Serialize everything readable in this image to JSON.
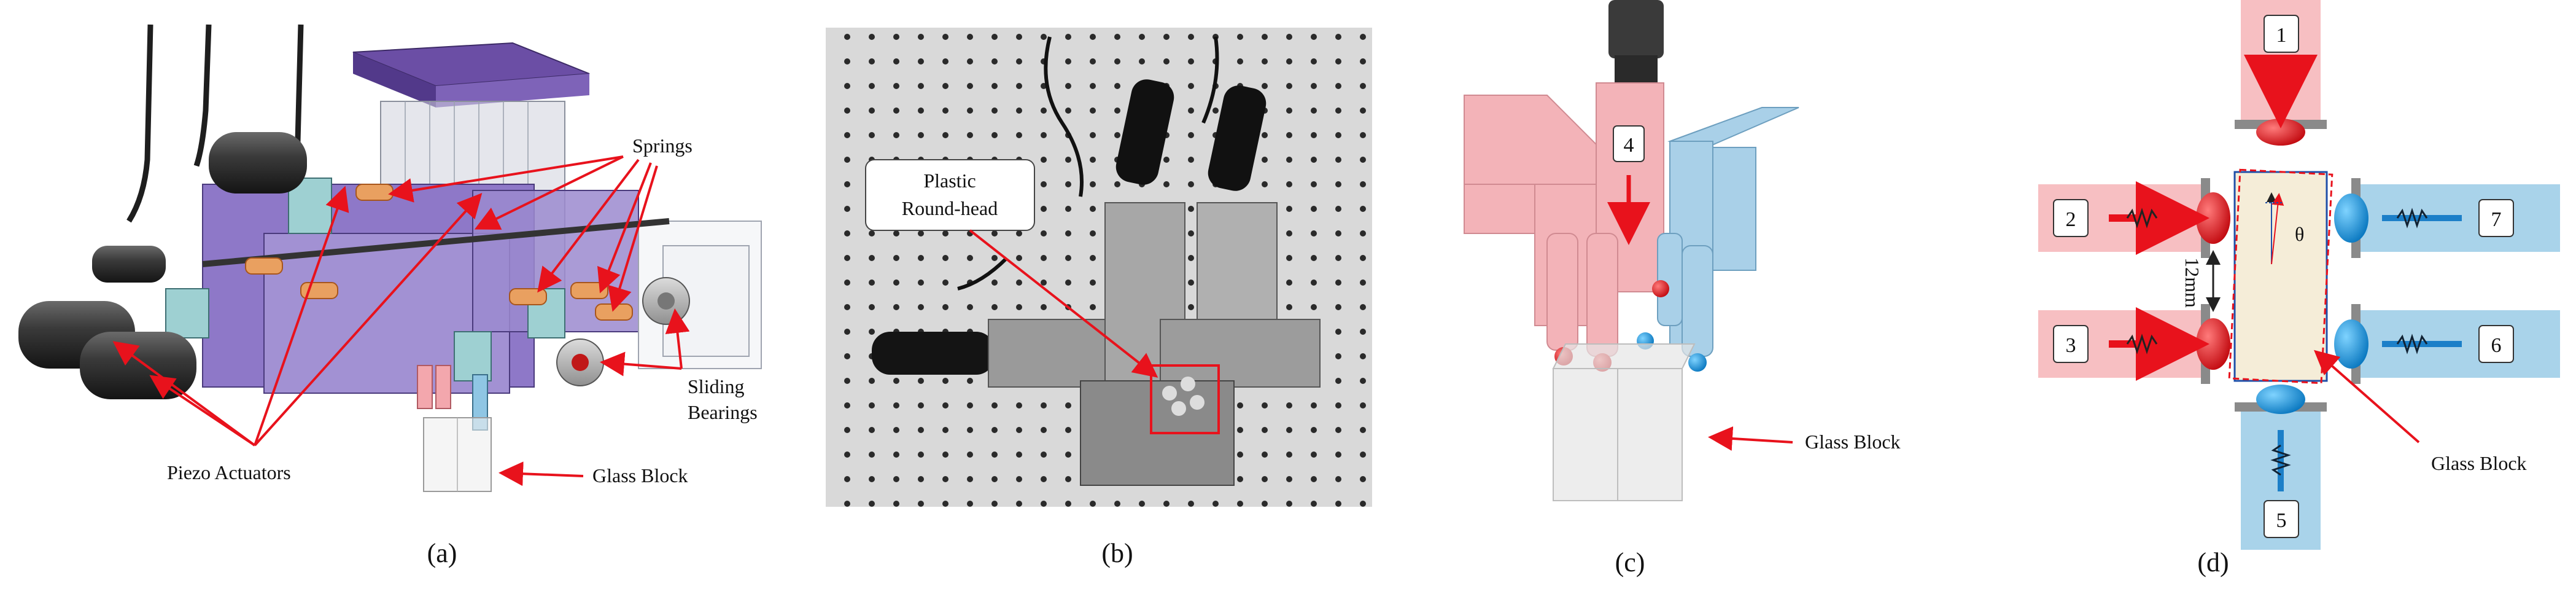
{
  "panels": {
    "a": {
      "caption": "(a)",
      "labels": {
        "springs": "Springs",
        "sliding_bearings_line1": "Sliding",
        "sliding_bearings_line2": "Bearings",
        "piezo_actuators": "Piezo Actuators",
        "glass_block": "Glass Block"
      }
    },
    "b": {
      "caption": "(b)",
      "callout_line1": "Plastic",
      "callout_line2": "Round-head"
    },
    "c": {
      "caption": "(c)",
      "actuator_number": "4",
      "glass_block": "Glass Block"
    },
    "d": {
      "caption": "(d)",
      "actuators": [
        "1",
        "2",
        "3",
        "5",
        "6",
        "7"
      ],
      "dimension": "12mm",
      "angle": "θ",
      "glass_block": "Glass Block"
    }
  },
  "colors": {
    "red_arrow": "#e8121c",
    "pink_actuator": "#f7bfc2",
    "blue_actuator": "#a9d3ea",
    "purple_housing": "#7a5fb0",
    "glass": "#f5edd8",
    "red_tip": "#e0141c",
    "blue_tip": "#1c9be0"
  }
}
